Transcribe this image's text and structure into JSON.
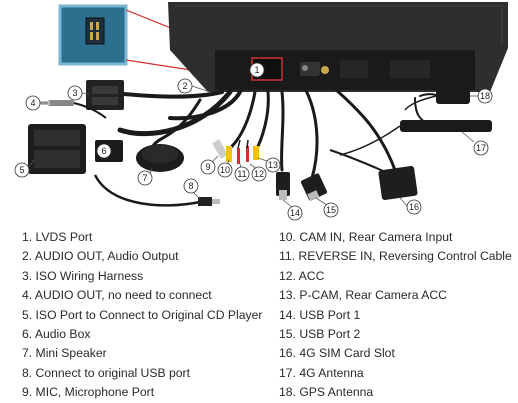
{
  "callouts": [
    "1",
    "2",
    "3",
    "4",
    "5",
    "6",
    "7",
    "8",
    "9",
    "10",
    "11",
    "12",
    "13",
    "14",
    "15",
    "16",
    "17",
    "18"
  ],
  "legend_left": [
    "1. LVDS Port",
    "2. AUDIO OUT, Audio Output",
    "3. ISO Wiring Harness",
    "4. AUDIO OUT, no need to connect",
    "5. ISO Port to Connect to Original CD Player",
    "6. Audio Box",
    "7. Mini Speaker",
    "8. Connect to original USB port",
    "9. MIC, Microphone Port"
  ],
  "legend_right": [
    "10. CAM IN, Rear Camera Input",
    "11. REVERSE IN, Reversing Control Cable",
    "12. ACC",
    "13. P-CAM, Rear Camera ACC",
    "14. USB Port 1",
    "15. USB Port 2",
    "16. 4G SIM Card Slot",
    "17. 4G Antenna",
    "18. GPS Antenna"
  ]
}
